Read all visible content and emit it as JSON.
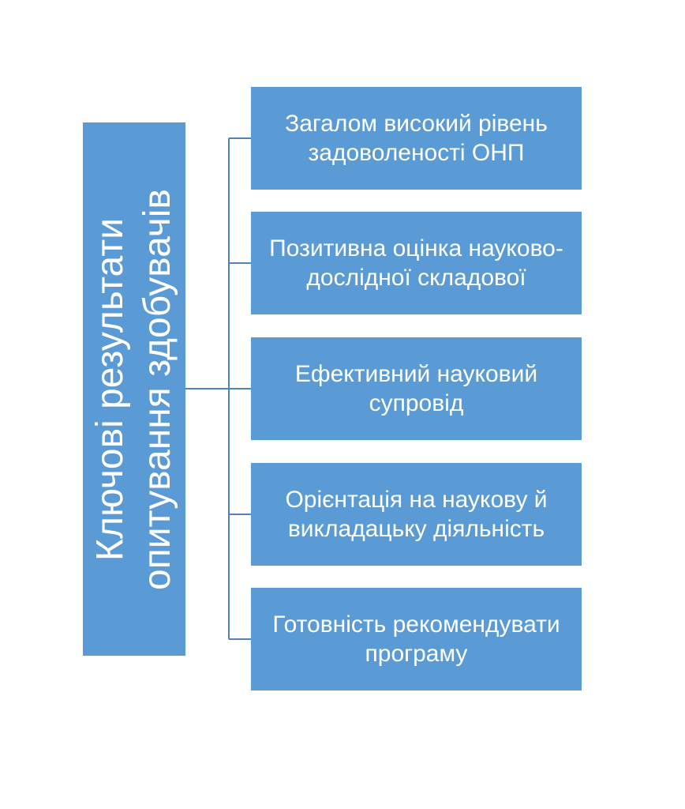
{
  "diagram": {
    "root_label": "Ключові результати опитування здобувачів",
    "boxes": [
      {
        "label": "Загалом високий рівень задоволеності ОНП"
      },
      {
        "label": "Позитивна оцінка науково-дослідної складової"
      },
      {
        "label": "Ефективний науковий супровід"
      },
      {
        "label": "Орієнтація на наукову й викладацьку діяльність"
      },
      {
        "label": "Готовність рекомендувати програму"
      }
    ],
    "colors": {
      "box_fill": "#5b9bd5",
      "connector": "#4f81bd",
      "text": "#ffffff",
      "page_background": "#ffffff"
    }
  }
}
